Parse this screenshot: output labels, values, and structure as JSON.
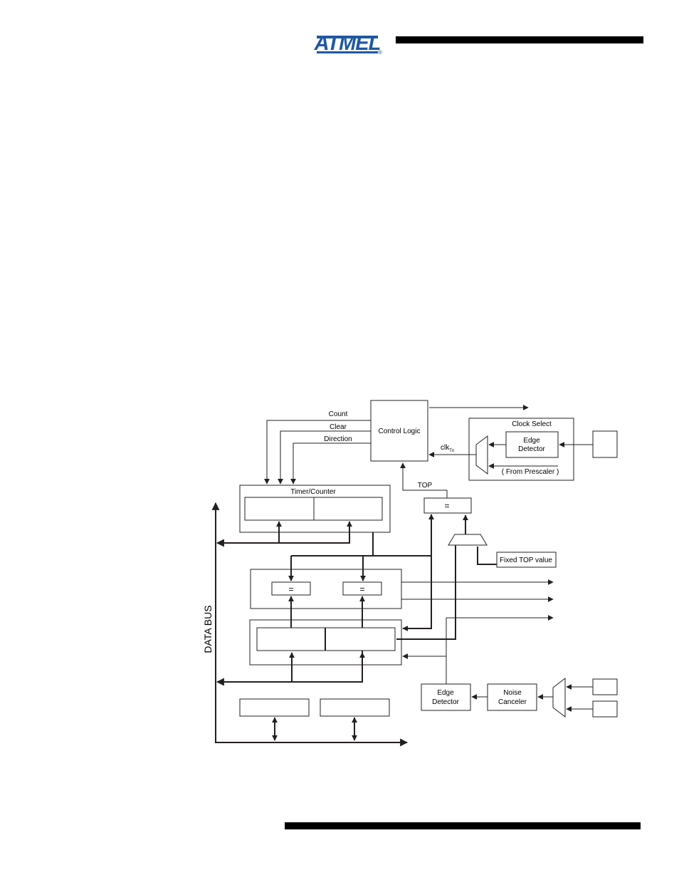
{
  "header": {
    "logo_text": "ATMEL",
    "logo_mark": "®"
  },
  "colors": {
    "brand_blue": "#1f58a3",
    "rule": "#000000",
    "line": "#231f20"
  },
  "diagram": {
    "signals": {
      "count": "Count",
      "clear": "Clear",
      "direction": "Direction",
      "top": "TOP",
      "clk_main": "clk",
      "clk_sub": "Tn"
    },
    "blocks": {
      "control_logic": "Control Logic",
      "clock_select": "Clock Select",
      "edge_detector_top_l1": "Edge",
      "edge_detector_top_l2": "Detector",
      "from_prescaler": "( From Prescaler )",
      "timer_counter": "Timer/Counter",
      "equals": "=",
      "fixed_top_value": "Fixed TOP value",
      "edge_detector_bottom_l1": "Edge",
      "edge_detector_bottom_l2": "Detector",
      "noise_canceler_l1": "Noise",
      "noise_canceler_l2": "Canceler",
      "data_bus": "DATA BUS"
    }
  }
}
